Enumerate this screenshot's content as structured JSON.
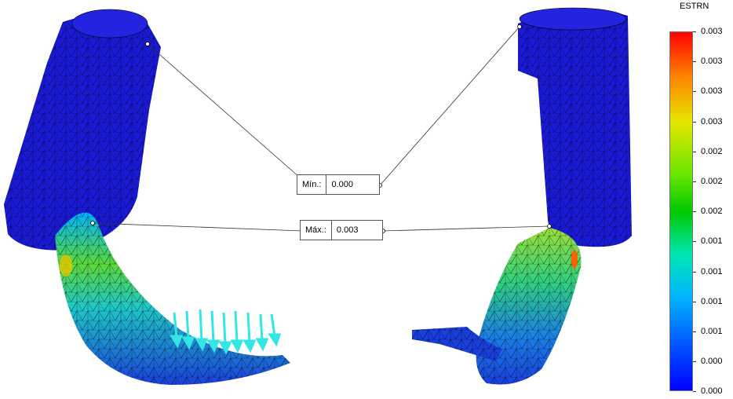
{
  "colorbar": {
    "title": "ESTRN",
    "labels": [
      "0.003",
      "0.003",
      "0.003",
      "0.003",
      "0.002",
      "0.002",
      "0.002",
      "0.001",
      "0.001",
      "0.001",
      "0.001",
      "0.000",
      "0.000"
    ]
  },
  "probes": {
    "min": {
      "label": "Mín.:",
      "value": "0.000"
    },
    "max": {
      "label": "Máx.:",
      "value": "0.003"
    }
  },
  "colors": {
    "mesh_blue": "#1a1ad6",
    "mesh_line": "#000000",
    "arrow_cyan": "#33e6e6",
    "high_strain": "#2fd14a"
  }
}
